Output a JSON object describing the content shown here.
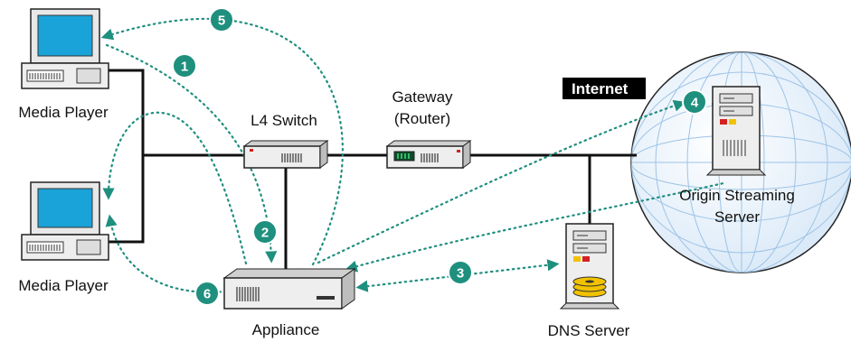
{
  "labels": {
    "media_player_top": "Media Player",
    "media_player_bottom": "Media Player",
    "l4_switch": "L4 Switch",
    "gateway_line1": "Gateway",
    "gateway_line2": "(Router)",
    "internet": "Internet",
    "origin_line1": "Origin Streaming",
    "origin_line2": "Server",
    "dns_server": "DNS Server",
    "appliance": "Appliance"
  },
  "steps": [
    "1",
    "2",
    "3",
    "4",
    "5",
    "6"
  ],
  "colors": {
    "flow": "#1f8f7e",
    "step_badge": "#1f8f7e",
    "globe_fill": "#e9f2fb",
    "globe_lines": "#9ec3e6",
    "screen": "#1aa3d9",
    "device_body": "#eeeeee",
    "internet_bg": "#000000"
  }
}
